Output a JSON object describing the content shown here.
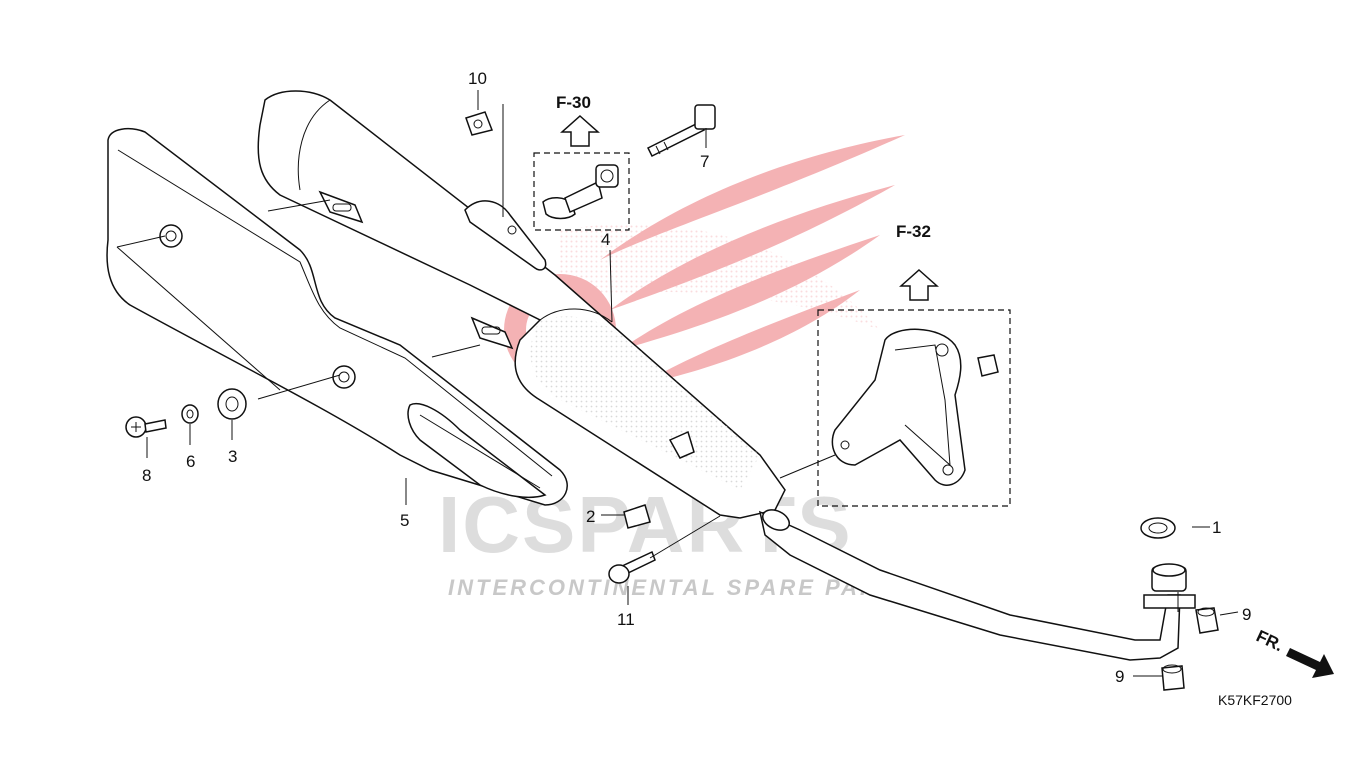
{
  "diagram": {
    "refs": {
      "f30": "F-30",
      "f32": "F-32"
    },
    "front_marker": "FR.",
    "drawing_code": "K57KF2700",
    "callouts": {
      "c1": "1",
      "c2": "2",
      "c3": "3",
      "c4": "4",
      "c5": "5",
      "c6": "6",
      "c7": "7",
      "c8": "8",
      "c9a": "9",
      "c9b": "9",
      "c10": "10",
      "c11": "11"
    }
  },
  "watermark": {
    "brand": "ICSPARTS",
    "tagline": "INTERCONTINENTAL SPARE PARTS",
    "color": "#e0242c"
  },
  "colors": {
    "line": "#111111",
    "watermark_red": "#e0242c",
    "watermark_grey": "#b8b8b8"
  }
}
